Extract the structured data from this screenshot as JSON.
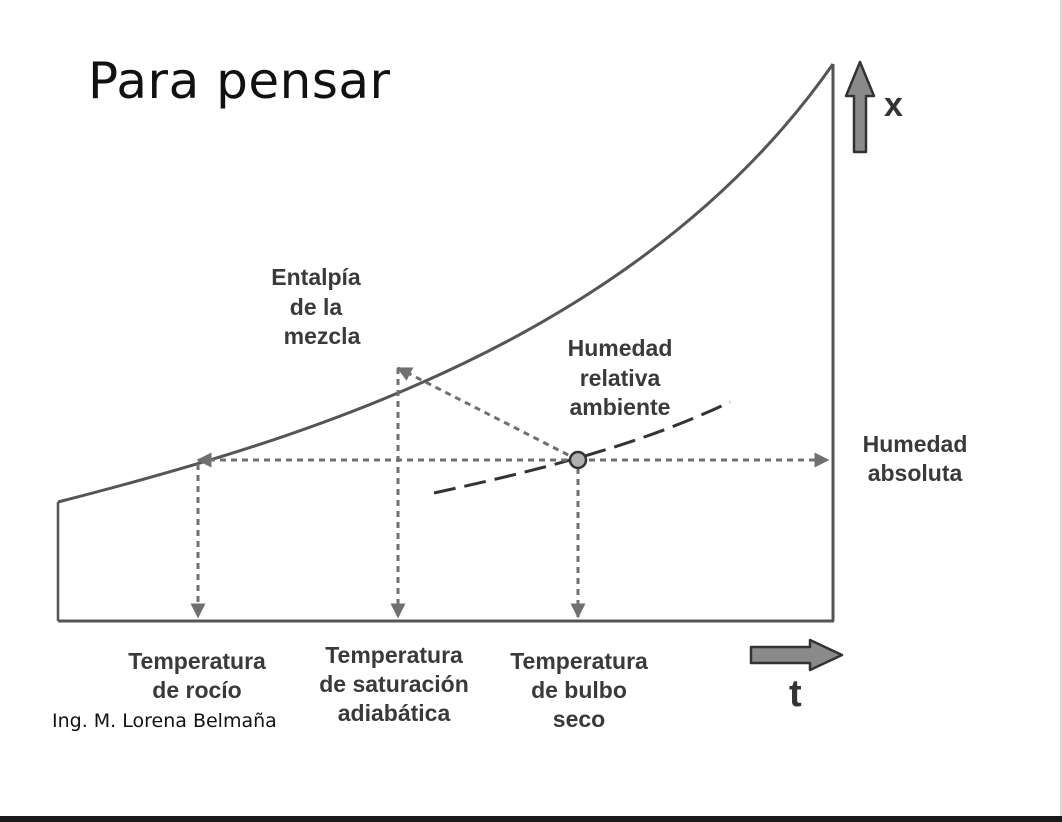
{
  "title": "Para pensar",
  "author": "Ing. M. Lorena Belmaña",
  "colors": {
    "curve": "#555555",
    "dashed": "#707070",
    "axis_arrow_fill": "#8a8a8a",
    "text": "#3a3a3a"
  },
  "axes": {
    "vertical_symbol": "x",
    "horizontal_symbol": "t"
  },
  "labels": {
    "enthalpy": [
      "Entalpía",
      "de la",
      "mezcla"
    ],
    "relative_humidity": [
      "Humedad",
      "relativa",
      "ambiente"
    ],
    "absolute_humidity": [
      "Humedad",
      "absoluta"
    ],
    "dew_point": [
      "Temperatura",
      "de rocío"
    ],
    "adiabatic_saturation": [
      "Temperatura",
      "de saturación",
      "adiabática"
    ],
    "dry_bulb": [
      "Temperatura",
      "de bulbo",
      "seco"
    ]
  },
  "icons": {
    "up_arrow": "up-arrow-icon",
    "right_arrow": "right-arrow-icon",
    "state_point": "circle-marker-icon"
  }
}
